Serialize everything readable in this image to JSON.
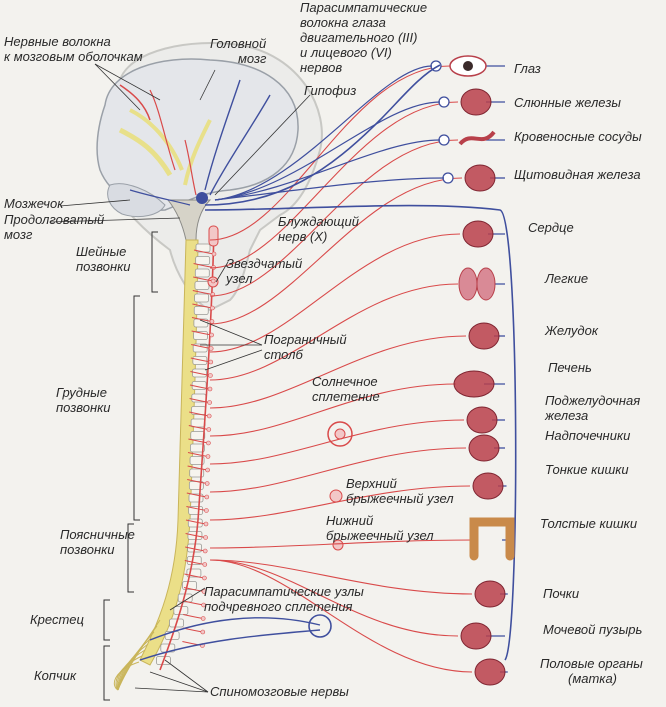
{
  "labels": {
    "nerve_fibers_meninges": [
      "Нервные волокна",
      "к мозговым оболочкам"
    ],
    "brain": [
      "Головной",
      "мозг"
    ],
    "parasympathetic_eye": [
      "Парасимпатические",
      "волокна глаза",
      "двигательного (III)",
      "и лицевого (VI)",
      "нервов"
    ],
    "pituitary": "Гипофиз",
    "cerebellum": "Мозжечок",
    "medulla": [
      "Продолговатый",
      "мозг"
    ],
    "vagus": [
      "Блуждающий",
      "нерв (X)"
    ],
    "cervical": [
      "Шейные",
      "позвонки"
    ],
    "stellate": [
      "Звездчатый",
      "узел"
    ],
    "border_column": [
      "Пограничный",
      "столб"
    ],
    "solar_plexus": [
      "Солнечное",
      "сплетение"
    ],
    "thoracic": [
      "Грудные",
      "позвонки"
    ],
    "upper_mesenteric": [
      "Верхний",
      "брыжеечный узел"
    ],
    "lower_mesenteric": [
      "Нижний",
      "брыжеечный узел"
    ],
    "lumbar": [
      "Поясничные",
      "позвонки"
    ],
    "parasympathetic_nodes": [
      "Парасимпатические узлы",
      "подчревного сплетения"
    ],
    "sacrum": "Крестец",
    "coccyx": "Копчик",
    "spinal_nerves": "Спиномозговые нервы"
  },
  "organs": [
    {
      "id": "eye",
      "name": "Глаз"
    },
    {
      "id": "salivary",
      "name": "Слюнные железы"
    },
    {
      "id": "vessels",
      "name": "Кровеносные сосуды"
    },
    {
      "id": "thyroid",
      "name": "Щитовидная железа"
    },
    {
      "id": "heart",
      "name": "Сердце"
    },
    {
      "id": "lungs",
      "name": "Легкие"
    },
    {
      "id": "stomach",
      "name": "Желудок"
    },
    {
      "id": "liver",
      "name": "Печень"
    },
    {
      "id": "pancreas",
      "name": [
        "Поджелудочная",
        "железа"
      ]
    },
    {
      "id": "adrenal",
      "name": "Надпочечники"
    },
    {
      "id": "small_intestine",
      "name": "Тонкие кишки"
    },
    {
      "id": "large_intestine",
      "name": "Толстые кишки"
    },
    {
      "id": "kidneys",
      "name": "Почки"
    },
    {
      "id": "bladder",
      "name": "Мочевой пузырь"
    },
    {
      "id": "genitals",
      "name": [
        "Половые органы",
        "(матка)"
      ]
    }
  ],
  "colors": {
    "sympathetic": "#d94a4a",
    "parasympathetic": "#3f4f9e",
    "organ": "#b8404a",
    "spine": "#e8d77a",
    "brain_fill": "#e9ecef"
  }
}
